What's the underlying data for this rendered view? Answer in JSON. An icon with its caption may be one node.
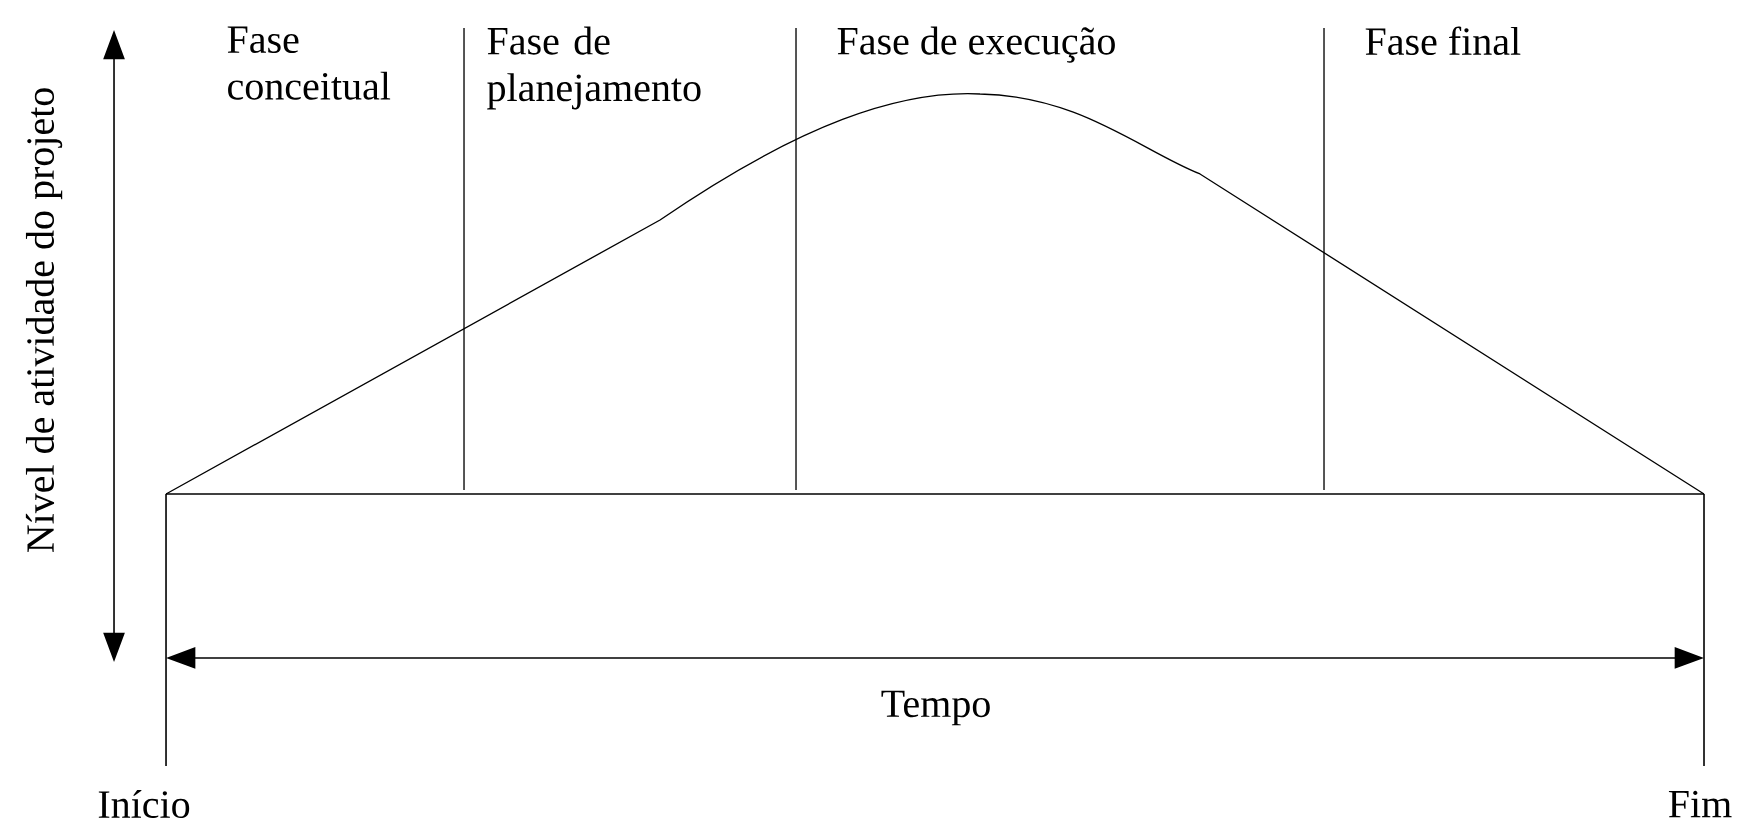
{
  "diagram": {
    "labels": [
      "Nível de atividade do projeto",
      "Fase conceitual",
      "Fase de planejamento",
      "Fase de execução",
      "Fase final",
      "Tempo",
      "Início",
      "Fim"
    ]
  }
}
